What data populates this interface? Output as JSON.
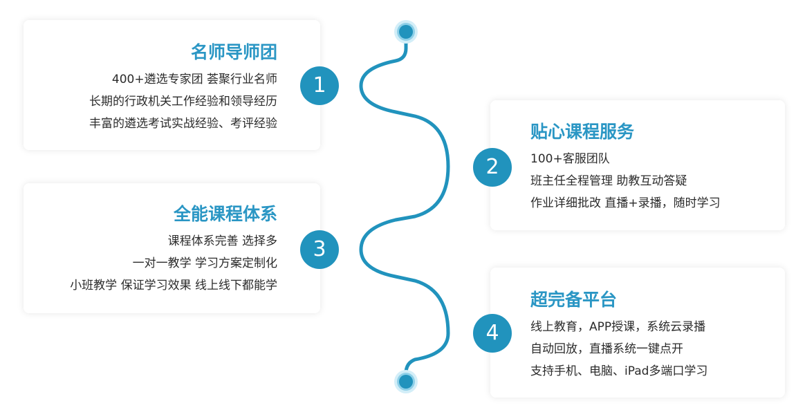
{
  "cards": [
    {
      "number": "1",
      "title": "名师导师团",
      "lines": [
        "400+遴选专家团  荟聚行业名师",
        "长期的行政机关工作经验和领导经历",
        "丰富的遴选考试实战经验、考评经验"
      ]
    },
    {
      "number": "2",
      "title": "贴心课程服务",
      "lines": [
        "100+客服团队",
        "班主任全程管理  助教互动答疑",
        "作业详细批改  直播+录播，随时学习"
      ]
    },
    {
      "number": "3",
      "title": "全能课程体系",
      "lines": [
        "课程体系完善 选择多",
        "一对一教学 学习方案定制化",
        "小班教学 保证学习效果 线上线下都能学"
      ]
    },
    {
      "number": "4",
      "title": "超完备平台",
      "lines": [
        "线上教育，APP授课，系统云录播",
        "自动回放，直播系统一键点开",
        "支持手机、电脑、iPad多端口学习"
      ]
    }
  ],
  "colors": {
    "accent": "#2193bd",
    "title": "#2a96c4",
    "text": "#2b2b2b",
    "path_dot_halo": "#bfe3f1"
  },
  "icons": {
    "path_start": "timeline-dot-icon",
    "path_end": "timeline-dot-icon"
  }
}
